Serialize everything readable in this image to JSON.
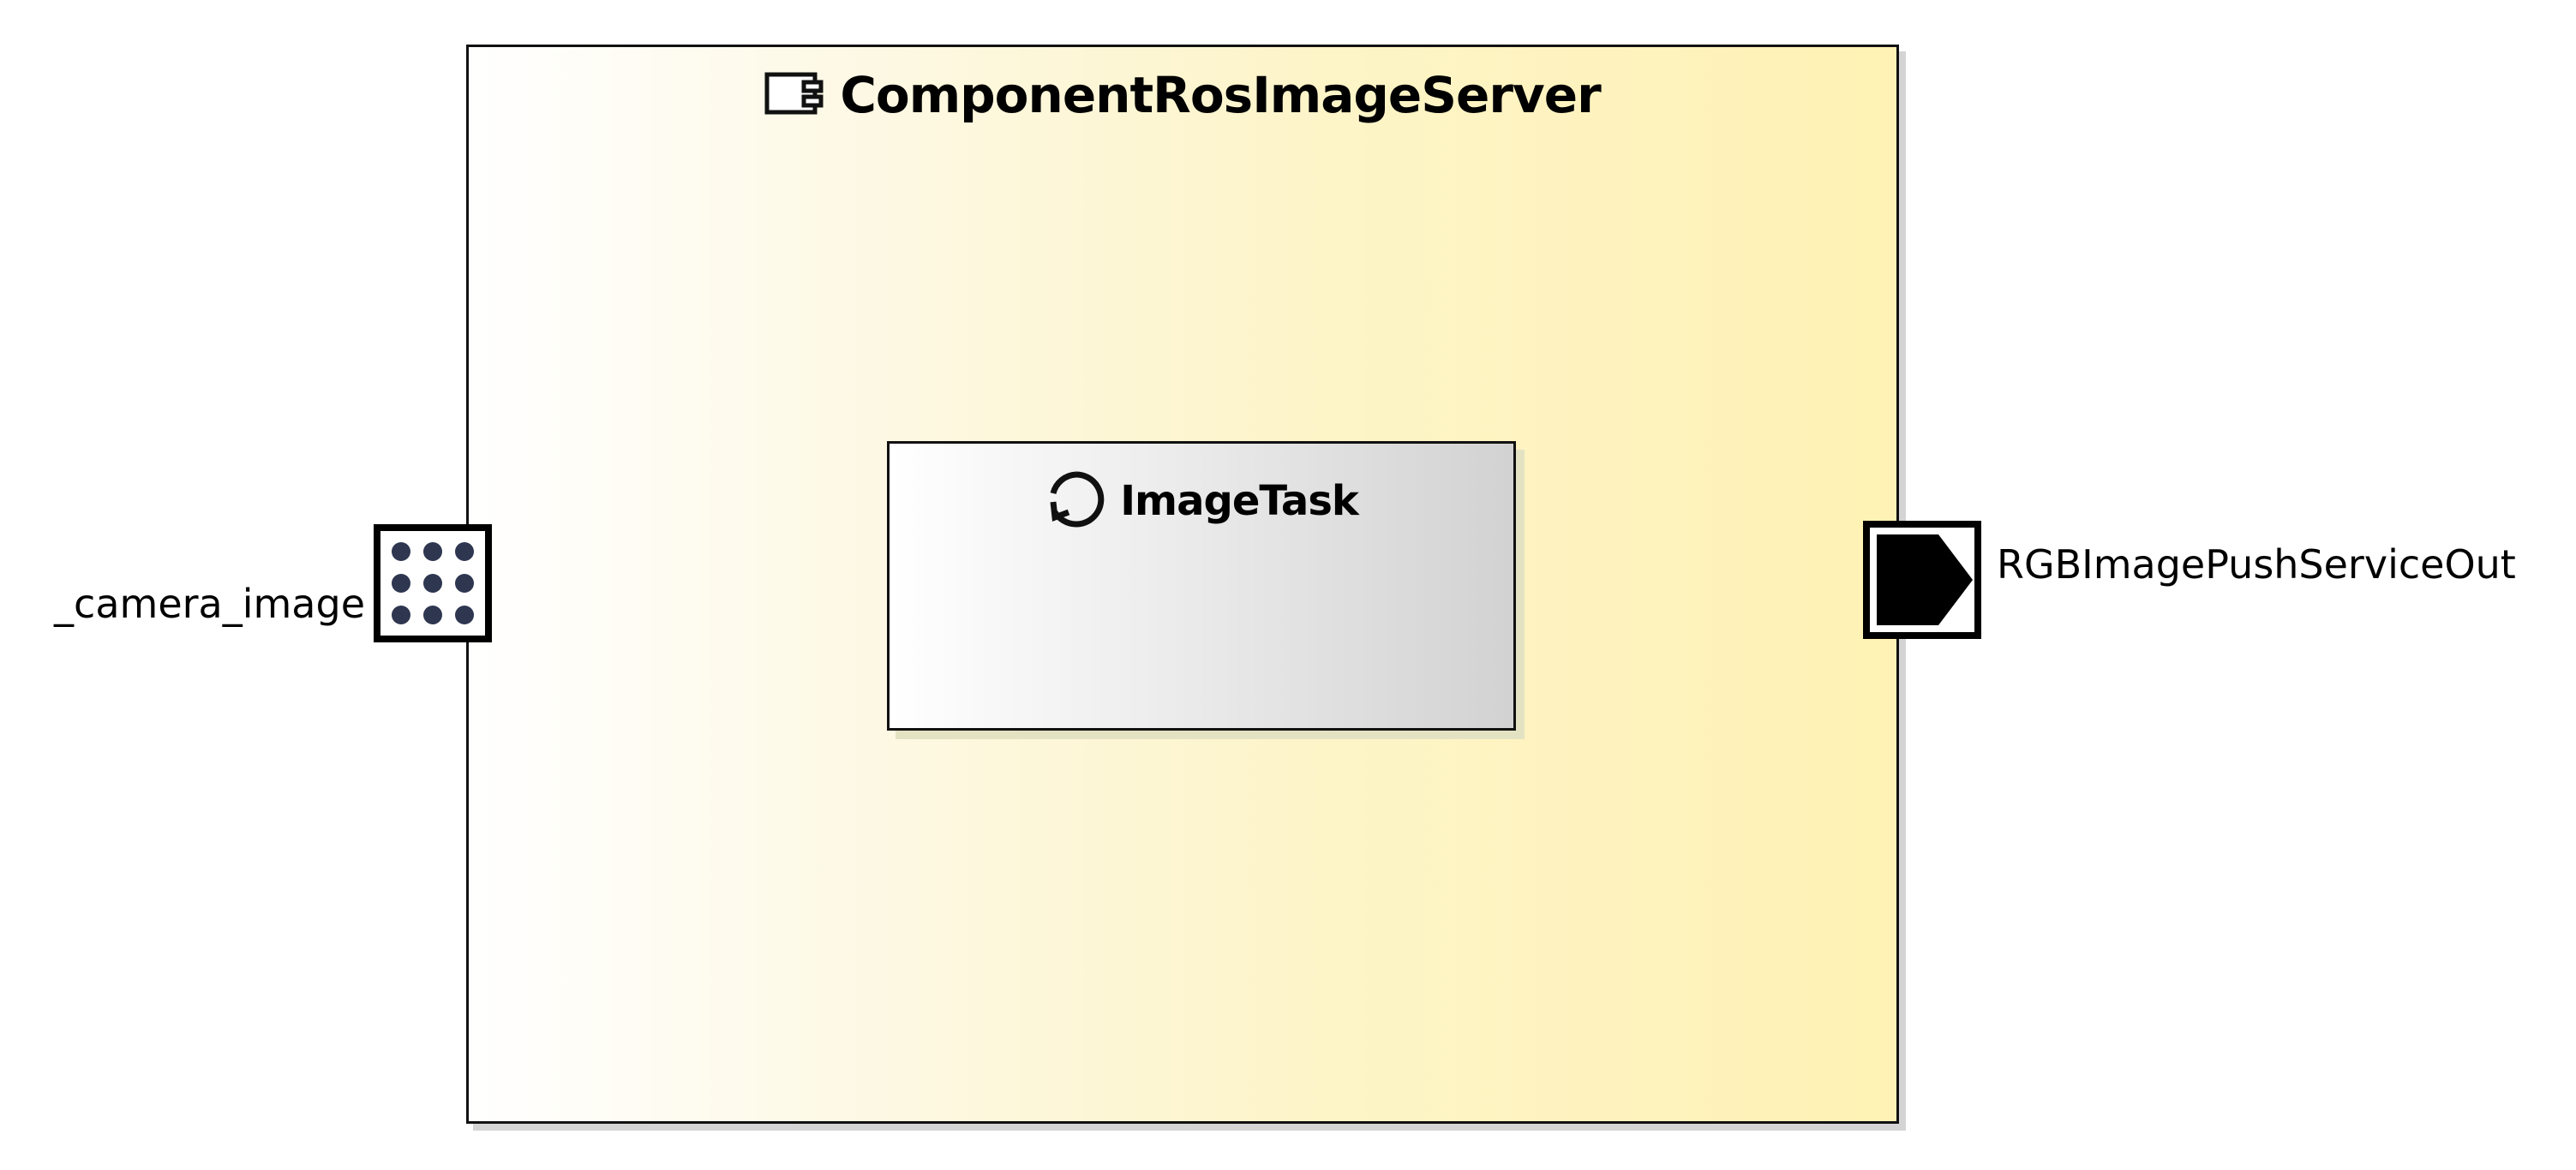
{
  "component": {
    "title": "ComponentRosImageServer",
    "icon": "component-icon"
  },
  "task": {
    "title": "ImageTask",
    "icon": "cyclic-task-icon"
  },
  "ports": {
    "input": {
      "label": "_camera_image",
      "icon": "dot-grid-icon"
    },
    "output": {
      "label": "RGBImagePushServiceOut",
      "icon": "push-arrow-icon"
    }
  },
  "colors": {
    "component_fill_start": "#ffffff",
    "component_fill_end": "#fff2b4",
    "task_fill_start": "#ffffff",
    "task_fill_end": "#d2d2d2",
    "connector": "#7d7d7d"
  }
}
